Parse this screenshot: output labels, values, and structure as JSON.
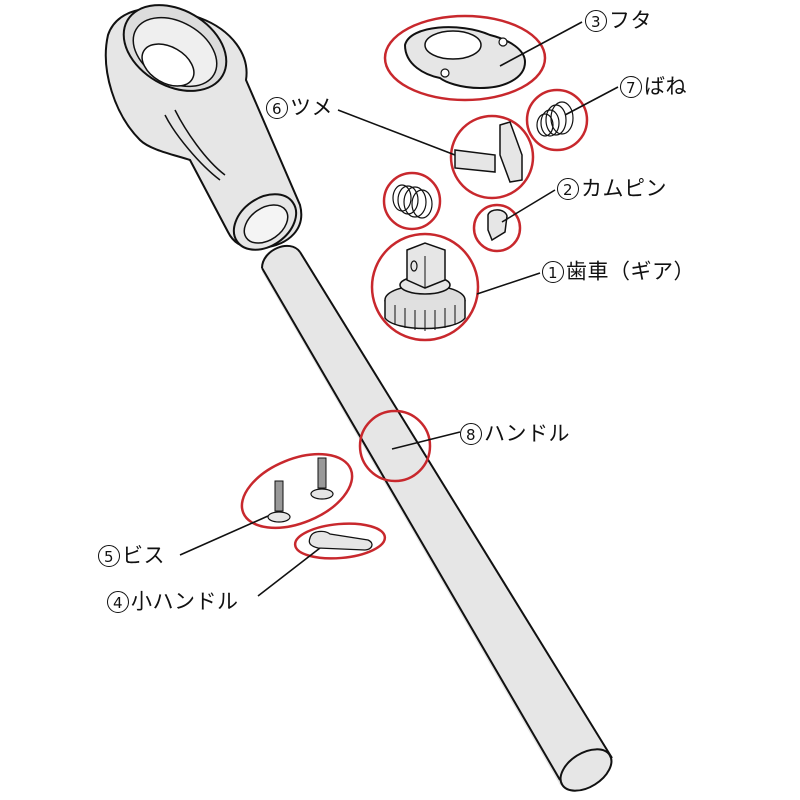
{
  "diagram": {
    "title": "Ratchet handle exploded parts diagram",
    "highlight_color": "#c8282d",
    "part_fill": "#e6e6e6",
    "outline_color": "#111111"
  },
  "parts": [
    {
      "number": "1",
      "label": "歯車（ギア）"
    },
    {
      "number": "2",
      "label": "カムピン"
    },
    {
      "number": "3",
      "label": "フタ"
    },
    {
      "number": "4",
      "label": "小ハンドル"
    },
    {
      "number": "5",
      "label": "ビス"
    },
    {
      "number": "6",
      "label": "ツメ"
    },
    {
      "number": "7",
      "label": "ばね"
    },
    {
      "number": "8",
      "label": "ハンドル"
    }
  ]
}
